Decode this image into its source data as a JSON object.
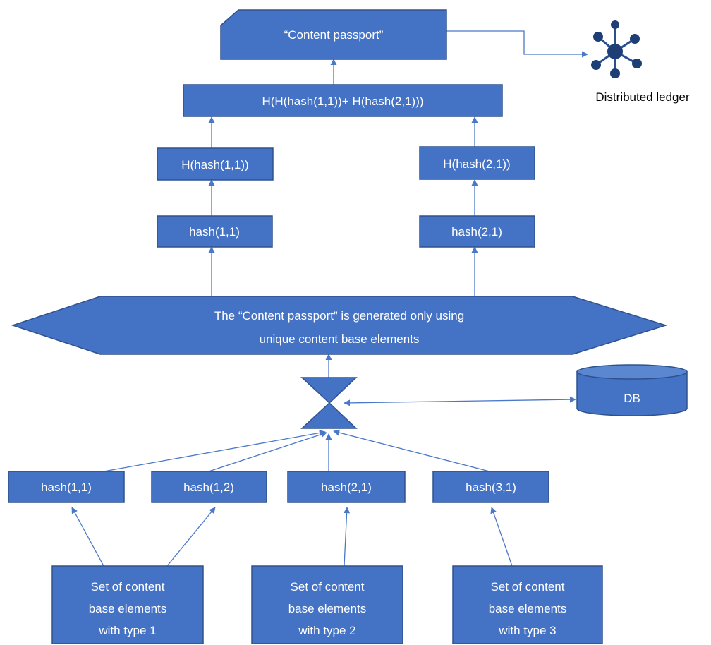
{
  "nodes": {
    "content_passport": "“Content passport”",
    "combined_hash": "H(H(hash(1,1))+ H(hash(2,1)))",
    "h_hash_1_1": "H(hash(1,1))",
    "h_hash_2_1": "H(hash(2,1))",
    "hash_1_1_top": "hash(1,1)",
    "hash_2_1_top": "hash(2,1)",
    "generation_note": {
      "line1": "The “Content passport” is generated only using",
      "line2": "unique content base elements"
    },
    "db": "DB",
    "distributed_ledger": "Distributed ledger",
    "hash_1_1": "hash(1,1)",
    "hash_1_2": "hash(1,2)",
    "hash_2_1": "hash(2,1)",
    "hash_3_1": "hash(3,1)",
    "set_type_1": {
      "line1": "Set of content",
      "line2": "base elements",
      "line3": "with type  1"
    },
    "set_type_2": {
      "line1": "Set of content",
      "line2": "base elements",
      "line3": "with type  2"
    },
    "set_type_3": {
      "line1": "Set of content",
      "line2": "base elements",
      "line3": "with type  3"
    }
  },
  "colors": {
    "node_fill": "#4472c4",
    "node_stroke": "#2f528f",
    "edge": "#4a78c8",
    "node_text": "#ffffff"
  },
  "icons": {
    "ledger": "network-hub-icon",
    "filter": "hourglass-filter-icon",
    "db": "database-cylinder-icon"
  }
}
